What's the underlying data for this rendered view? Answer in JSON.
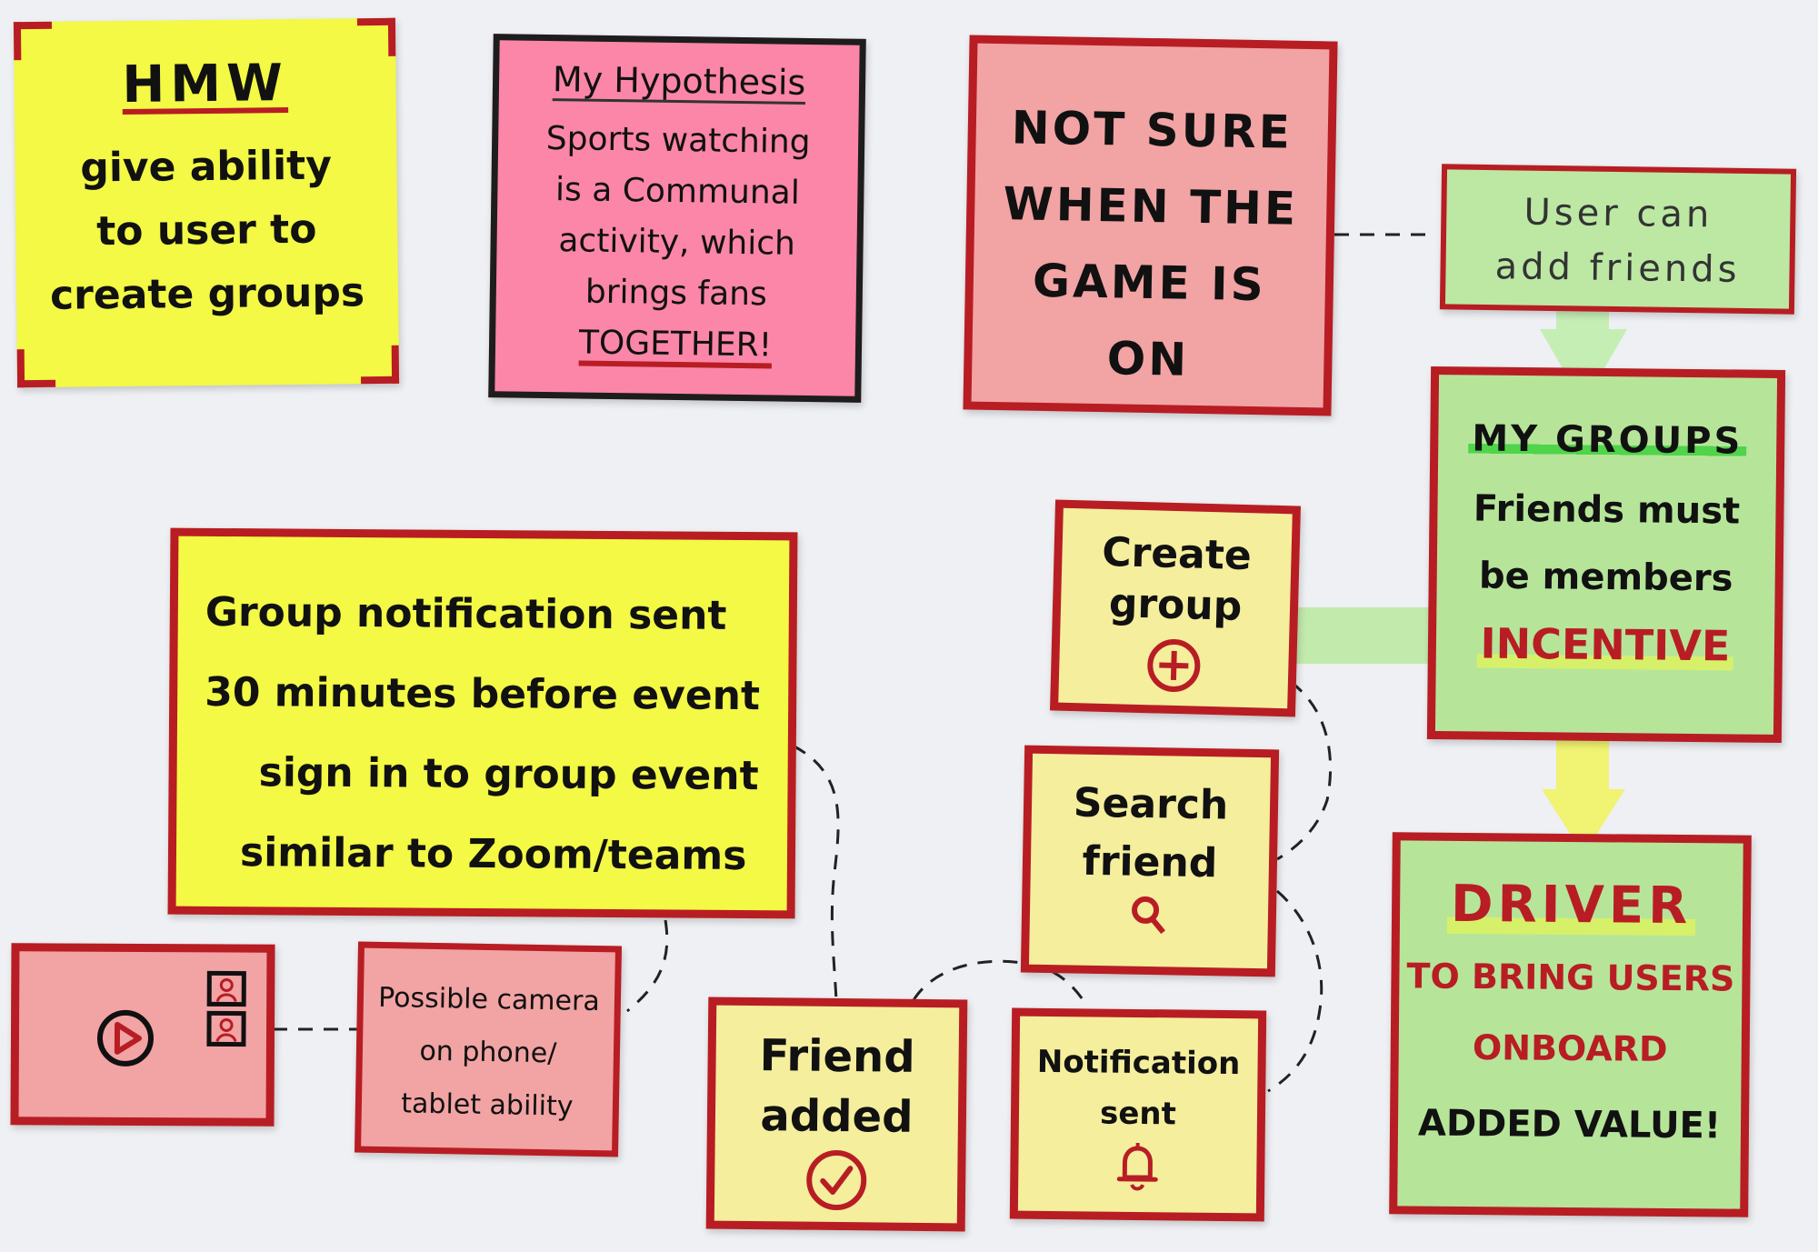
{
  "notes": {
    "hmw": {
      "title": "HMW",
      "lines": [
        "give ability",
        "to user to",
        "create groups"
      ]
    },
    "hypothesis": {
      "title": "My Hypothesis",
      "lines": [
        "Sports watching",
        "is a Communal",
        "activity, which",
        "brings fans"
      ],
      "emphasis": "TOGETHER!"
    },
    "not_sure": {
      "lines": [
        "NOT SURE",
        "WHEN THE",
        "GAME IS",
        "ON"
      ]
    },
    "add_friends": {
      "lines": [
        "User can",
        "add friends"
      ]
    },
    "my_groups": {
      "title": "MY GROUPS",
      "lines": [
        "Friends must",
        "be members"
      ],
      "emphasis": "INCENTIVE"
    },
    "create_group": {
      "lines": [
        "Create",
        "group"
      ]
    },
    "group_notification": {
      "lines": [
        "Group notification sent",
        "30 minutes before event",
        "sign in to group event",
        "similar to Zoom/teams"
      ]
    },
    "search_friend": {
      "lines": [
        "Search",
        "friend"
      ]
    },
    "driver": {
      "title": "DRIVER",
      "lines": [
        "TO BRING USERS",
        "ONBOARD"
      ],
      "footer": "ADDED VALUE!"
    },
    "video": {},
    "camera": {
      "lines": [
        "Possible camera",
        "on phone/",
        "tablet ability"
      ]
    },
    "friend_added": {
      "lines": [
        "Friend",
        "added"
      ]
    },
    "notification_sent": {
      "lines": [
        "Notification",
        "sent"
      ]
    }
  },
  "colors": {
    "border_red": "#b81d24",
    "bright_yellow": "#f3f944",
    "bright_pink": "#fb86a8",
    "salmon": "#f2a3a4",
    "pale_yellow": "#f4ee9d",
    "pale_green": "#bce8a3"
  },
  "icons": [
    "plus-circle-icon",
    "search-icon",
    "checkmark-circle-icon",
    "bell-icon",
    "play-circle-icon",
    "person-frame-icon"
  ]
}
